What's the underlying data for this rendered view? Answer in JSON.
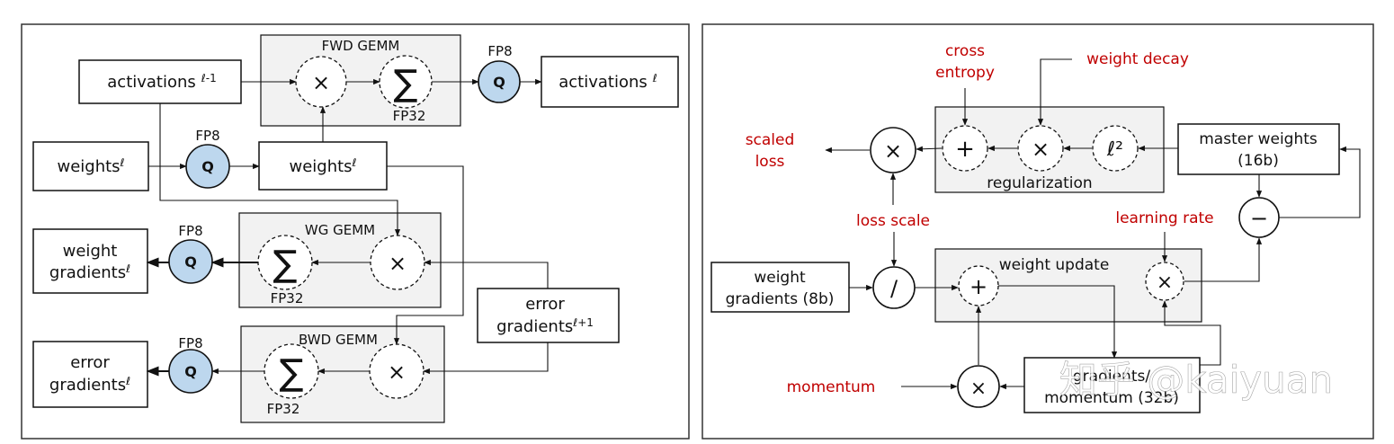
{
  "left": {
    "fwd_gemm": "FWD GEMM",
    "wg_gemm": "WG GEMM",
    "bwd_gemm": "BWD GEMM",
    "fp32": "FP32",
    "fp8": "FP8",
    "q": "Q",
    "times": "×",
    "sum": "∑",
    "activations_prev": "activations",
    "activations_prev_sup": "ℓ-1",
    "activations_next": "activations",
    "activations_next_sup": "ℓ",
    "weights": "weights",
    "weights_sup": "ℓ",
    "weights_q": "weights",
    "weights_q_sup": "ℓ",
    "weight_grad_line1": "weight",
    "weight_grad_line2": "gradients",
    "weight_grad_sup": "ℓ",
    "error_grad_in_line1": "error",
    "error_grad_in_line2": "gradients",
    "error_grad_in_sup": "ℓ+1",
    "error_grad_out_line1": "error",
    "error_grad_out_line2": "gradients",
    "error_grad_out_sup": "ℓ"
  },
  "right": {
    "cross_entropy_line1": "cross",
    "cross_entropy_line2": "entropy",
    "weight_decay": "weight decay",
    "scaled_loss_line1": "scaled",
    "scaled_loss_line2": "loss",
    "regularization": "regularization",
    "l2": "ℓ²",
    "plus": "+",
    "times": "×",
    "minus": "−",
    "divide": "/",
    "master_weights_line1": "master weights",
    "master_weights_line2": "(16b)",
    "loss_scale": "loss scale",
    "learning_rate": "learning rate",
    "weight_update": "weight update",
    "weight_gradients_line1": "weight",
    "weight_gradients_line2": "gradients (8b)",
    "momentum": "momentum",
    "gradients_momentum_line1": "gradients/",
    "gradients_momentum_line2": "momentum (32b)"
  },
  "watermark": "知乎 @kaiyuan"
}
